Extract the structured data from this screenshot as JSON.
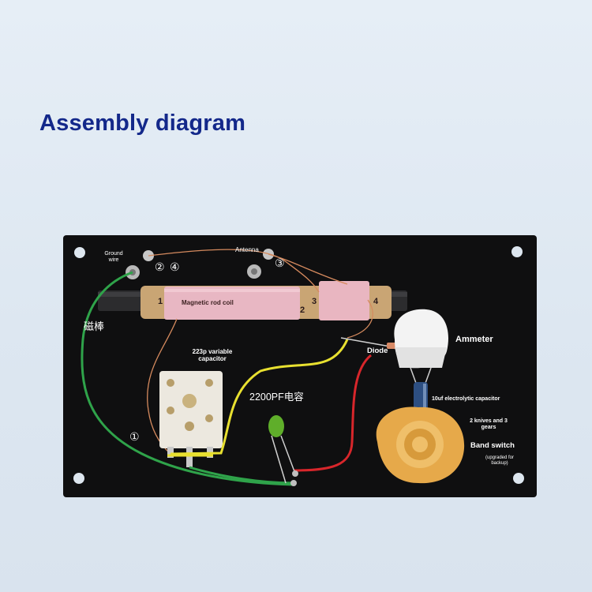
{
  "title": "Assembly diagram",
  "labels": {
    "ground_wire": "Ground wire",
    "antenna": "Antenna",
    "magnetic_rod_coil": "Magnetic rod coil",
    "magnetic_rod": "磁棒",
    "variable_capacitor": "223p variable capacitor",
    "capacitor_2200pf": "2200PF电容",
    "diode": "Diode",
    "ammeter": "Ammeter",
    "electrolytic_capacitor": "10uf electrolytic capacitor",
    "knives_gears": "2 knives and 3 gears",
    "band_switch": "Band switch",
    "upgraded": "(upgraded for backup)"
  },
  "markers": {
    "m1": "①",
    "m2": "②",
    "m3": "③",
    "m4": "④",
    "coil_1": "1",
    "coil_2": "2",
    "coil_3": "3",
    "coil_4": "4"
  },
  "colors": {
    "board": "#0f0f10",
    "coil": "#e8b7c3",
    "wire_green": "#2fa34a",
    "wire_yellow": "#e8e030",
    "wire_red": "#d8262b",
    "title": "#13288a"
  }
}
